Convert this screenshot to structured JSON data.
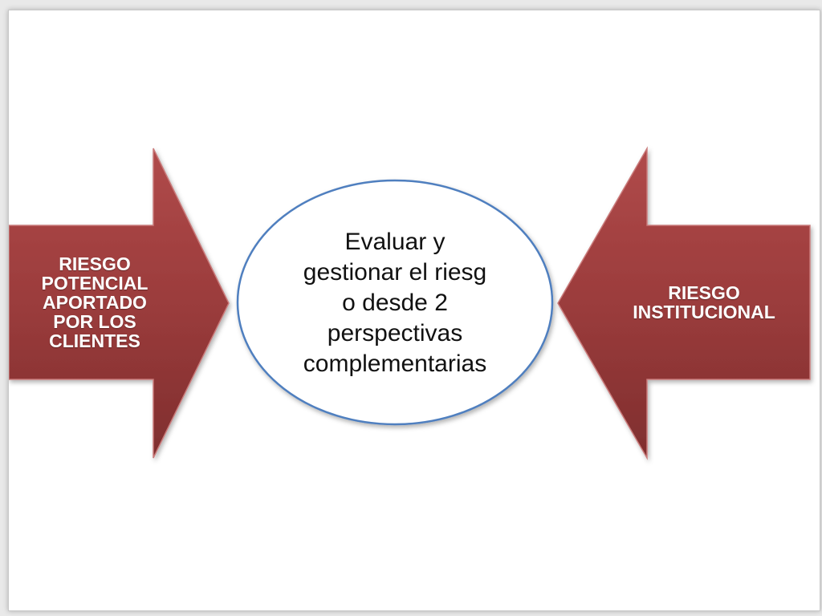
{
  "left_arrow": {
    "label": "RIESGO\nPOTENCIAL\nAPORTADO\nPOR LOS\nCLIENTES"
  },
  "right_arrow": {
    "label": "RIESGO\nINSTITUCIONAL"
  },
  "center_ellipse": {
    "text": "Evaluar y\ngestionar el riesg\no desde 2\nperspectivas\ncomplementarias"
  },
  "colors": {
    "arrow_fill": "#9b3c3c",
    "arrow_border": "#c97a7a",
    "ellipse_border": "#4f7fbf",
    "ellipse_fill": "#ffffff"
  }
}
